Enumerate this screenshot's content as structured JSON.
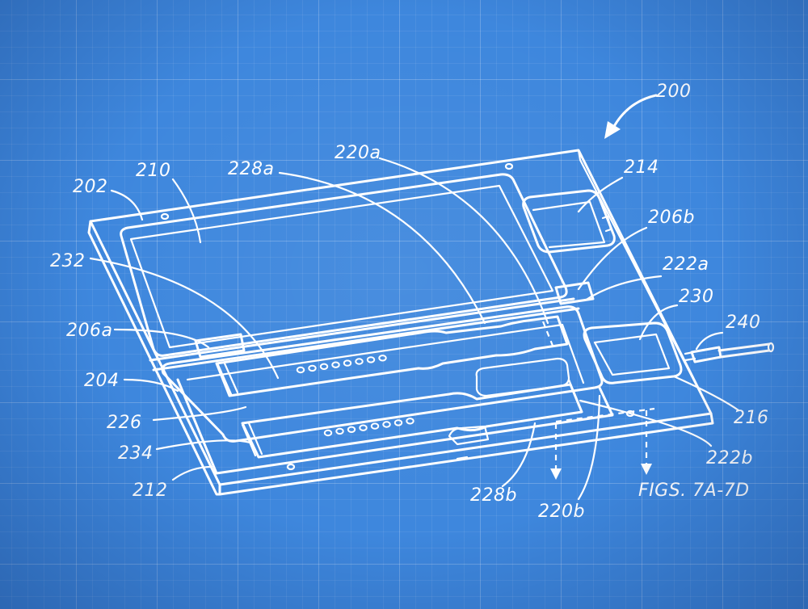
{
  "figure": {
    "reference": "200",
    "view_reference": "FIGS. 7A-7D"
  },
  "labels": {
    "l202": "202",
    "l210": "210",
    "l228a": "228a",
    "l220a": "220a",
    "l214": "214",
    "l206b": "206b",
    "l222a": "222a",
    "l232": "232",
    "l230": "230",
    "l240": "240",
    "l206a": "206a",
    "l204": "204",
    "l216": "216",
    "l226": "226",
    "l234": "234",
    "l222b": "222b",
    "l212": "212",
    "l228b": "228b",
    "l220b": "220b"
  },
  "colors": {
    "background": "#3e87dd",
    "line": "#ffffff",
    "grid": "#8cb8ee"
  }
}
